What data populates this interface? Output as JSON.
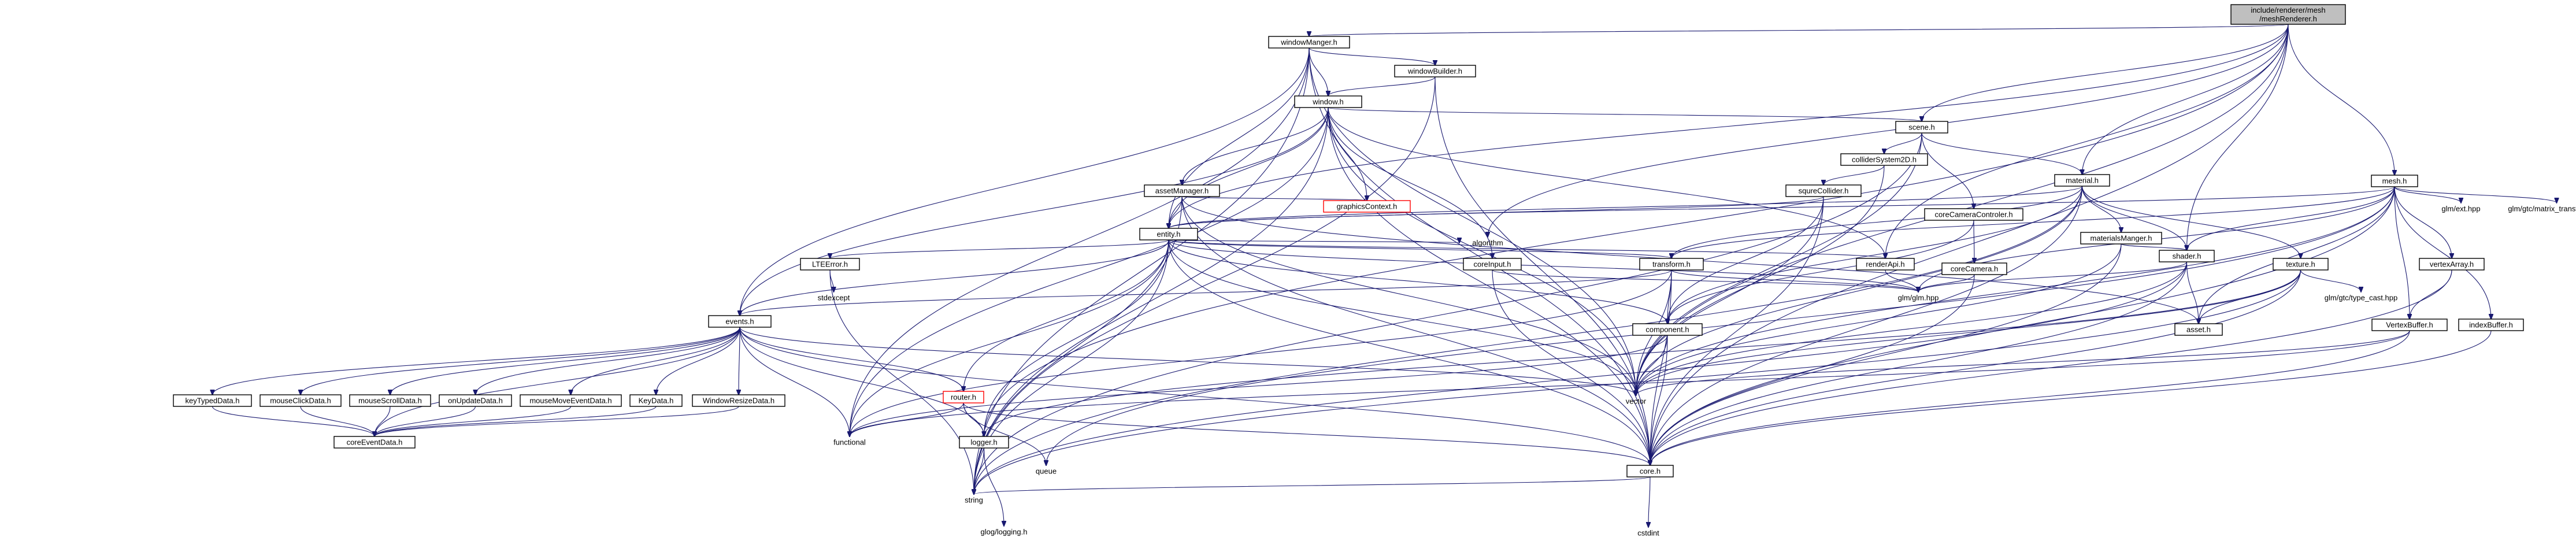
{
  "diagram": {
    "title": "Include dependency graph for meshRenderer.h",
    "colors": {
      "edge": "#191970",
      "root_fill": "#bfbfbf",
      "node_border": "#000000",
      "missing_border": "#ff0000"
    },
    "nodes": {
      "root": "include/renderer/mesh/meshRenderer.h",
      "windowManger": "windowManger.h",
      "windowBuilder": "windowBuilder.h",
      "window": "window.h",
      "scene": "scene.h",
      "colliderSystem2D": "colliderSystem2D.h",
      "squreCollider": "squreCollider.h",
      "assetManager": "assetManager.h",
      "graphicsContext": "graphicsContext.h",
      "entity": "entity.h",
      "coreInput": "coreInput.h",
      "algorithm": "algorithm",
      "LTEError": "LTEError.h",
      "stdexcept": "stdexcept",
      "events": "events.h",
      "transform": "transform.h",
      "component": "component.h",
      "renderApi": "renderApi.h",
      "coreCameraControler": "coreCameraControler.h",
      "coreCamera": "coreCamera.h",
      "glmglm": "glm/glm.hpp",
      "material": "material.h",
      "materialsManger": "materialsManger.h",
      "shader": "shader.h",
      "texture": "texture.h",
      "asset": "asset.h",
      "glmcast": "glm/gtc/type_cast.hpp",
      "mesh": "mesh.h",
      "glmext": "glm/ext.hpp",
      "glmmatrix": "glm/gtc/matrix_transform.hpp",
      "vertexArray": "vertexArray.h",
      "VertexBuffer": "VertexBuffer.h",
      "indexBuffer": "indexBuffer.h",
      "router": "router.h",
      "keyTypedData": "keyTypedData.h",
      "mouseClickData": "mouseClickData.h",
      "mouseScrollData": "mouseScrollData.h",
      "onUpdateData": "onUpdateData.h",
      "mouseMoveEventData": "mouseMoveEventData.h",
      "KeyData": "KeyData.h",
      "WindowResizeData": "WindowResizeData.h",
      "coreEventData": "coreEventData.h",
      "vector": "vector",
      "functional": "functional",
      "logger": "logger.h",
      "queue": "queue",
      "core": "core.h",
      "string": "string",
      "glogLogging": "glog/logging.h",
      "cstdint": "cstdint"
    },
    "edges": [
      [
        "root",
        "windowManger"
      ],
      [
        "root",
        "scene"
      ],
      [
        "root",
        "material"
      ],
      [
        "root",
        "mesh"
      ],
      [
        "root",
        "shader"
      ],
      [
        "root",
        "renderApi"
      ],
      [
        "root",
        "entity"
      ],
      [
        "root",
        "algorithm"
      ],
      [
        "root",
        "vector"
      ],
      [
        "root",
        "core"
      ],
      [
        "root",
        "logger"
      ],
      [
        "windowManger",
        "windowBuilder"
      ],
      [
        "windowManger",
        "window"
      ],
      [
        "windowManger",
        "entity"
      ],
      [
        "windowManger",
        "events"
      ],
      [
        "windowManger",
        "functional"
      ],
      [
        "windowManger",
        "string"
      ],
      [
        "windowManger",
        "vector"
      ],
      [
        "windowManger",
        "core"
      ],
      [
        "windowBuilder",
        "window"
      ],
      [
        "windowBuilder",
        "core"
      ],
      [
        "windowBuilder",
        "string"
      ],
      [
        "window",
        "scene"
      ],
      [
        "window",
        "assetManager"
      ],
      [
        "window",
        "graphicsContext"
      ],
      [
        "window",
        "entity"
      ],
      [
        "window",
        "coreInput"
      ],
      [
        "window",
        "events"
      ],
      [
        "window",
        "renderApi"
      ],
      [
        "window",
        "functional"
      ],
      [
        "window",
        "string"
      ],
      [
        "window",
        "vector"
      ],
      [
        "window",
        "core"
      ],
      [
        "scene",
        "colliderSystem2D"
      ],
      [
        "scene",
        "coreCameraControler"
      ],
      [
        "scene",
        "material"
      ],
      [
        "scene",
        "vector"
      ],
      [
        "scene",
        "string"
      ],
      [
        "colliderSystem2D",
        "squreCollider"
      ],
      [
        "colliderSystem2D",
        "vector"
      ],
      [
        "squreCollider",
        "entity"
      ],
      [
        "squreCollider",
        "component"
      ],
      [
        "squreCollider",
        "vector"
      ],
      [
        "squreCollider",
        "core"
      ],
      [
        "assetManager",
        "graphicsContext"
      ],
      [
        "assetManager",
        "entity"
      ],
      [
        "assetManager",
        "asset"
      ],
      [
        "assetManager",
        "core"
      ],
      [
        "assetManager",
        "string"
      ],
      [
        "assetManager",
        "vector"
      ],
      [
        "entity",
        "algorithm"
      ],
      [
        "entity",
        "LTEError"
      ],
      [
        "entity",
        "events"
      ],
      [
        "entity",
        "transform"
      ],
      [
        "entity",
        "component"
      ],
      [
        "entity",
        "renderApi"
      ],
      [
        "entity",
        "vector"
      ],
      [
        "entity",
        "functional"
      ],
      [
        "entity",
        "logger"
      ],
      [
        "entity",
        "string"
      ],
      [
        "entity",
        "core"
      ],
      [
        "entity",
        "glmglm"
      ],
      [
        "entity",
        "router"
      ],
      [
        "coreInput",
        "core"
      ],
      [
        "coreInput",
        "glmglm"
      ],
      [
        "LTEError",
        "stdexcept"
      ],
      [
        "LTEError",
        "string"
      ],
      [
        "events",
        "keyTypedData"
      ],
      [
        "events",
        "mouseClickData"
      ],
      [
        "events",
        "mouseScrollData"
      ],
      [
        "events",
        "onUpdateData"
      ],
      [
        "events",
        "mouseMoveEventData"
      ],
      [
        "events",
        "KeyData"
      ],
      [
        "events",
        "WindowResizeData"
      ],
      [
        "events",
        "coreEventData"
      ],
      [
        "events",
        "router"
      ],
      [
        "events",
        "vector"
      ],
      [
        "events",
        "functional"
      ],
      [
        "events",
        "logger"
      ],
      [
        "events",
        "core"
      ],
      [
        "transform",
        "component"
      ],
      [
        "transform",
        "glmglm"
      ],
      [
        "transform",
        "vector"
      ],
      [
        "transform",
        "core"
      ],
      [
        "transform",
        "events"
      ],
      [
        "transform",
        "functional"
      ],
      [
        "component",
        "vector"
      ],
      [
        "component",
        "core"
      ],
      [
        "component",
        "functional"
      ],
      [
        "renderApi",
        "glmglm"
      ],
      [
        "coreCameraControler",
        "coreCamera"
      ],
      [
        "coreCameraControler",
        "component"
      ],
      [
        "coreCamera",
        "glmglm"
      ],
      [
        "coreCamera",
        "core"
      ],
      [
        "material",
        "materialsManger"
      ],
      [
        "material",
        "shader"
      ],
      [
        "material",
        "texture"
      ],
      [
        "material",
        "transform"
      ],
      [
        "material",
        "entity"
      ],
      [
        "material",
        "component"
      ],
      [
        "material",
        "vector"
      ],
      [
        "material",
        "core"
      ],
      [
        "material",
        "string"
      ],
      [
        "materialsManger",
        "shader"
      ],
      [
        "materialsManger",
        "vector"
      ],
      [
        "materialsManger",
        "core"
      ],
      [
        "shader",
        "asset"
      ],
      [
        "shader",
        "glmglm"
      ],
      [
        "shader",
        "vector"
      ],
      [
        "shader",
        "core"
      ],
      [
        "shader",
        "string"
      ],
      [
        "texture",
        "asset"
      ],
      [
        "texture",
        "glmcast"
      ],
      [
        "texture",
        "core"
      ],
      [
        "texture",
        "vector"
      ],
      [
        "texture",
        "string"
      ],
      [
        "texture",
        "logger"
      ],
      [
        "mesh",
        "entity"
      ],
      [
        "mesh",
        "shader"
      ],
      [
        "mesh",
        "glmext"
      ],
      [
        "mesh",
        "glmmatrix"
      ],
      [
        "mesh",
        "vertexArray"
      ],
      [
        "mesh",
        "VertexBuffer"
      ],
      [
        "mesh",
        "indexBuffer"
      ],
      [
        "mesh",
        "transform"
      ],
      [
        "mesh",
        "glmglm"
      ],
      [
        "mesh",
        "vector"
      ],
      [
        "mesh",
        "core"
      ],
      [
        "mesh",
        "queue"
      ],
      [
        "mesh",
        "asset"
      ],
      [
        "vertexArray",
        "VertexBuffer"
      ],
      [
        "vertexArray",
        "core"
      ],
      [
        "VertexBuffer",
        "vector"
      ],
      [
        "VertexBuffer",
        "core"
      ],
      [
        "VertexBuffer",
        "functional"
      ],
      [
        "indexBuffer",
        "core"
      ],
      [
        "router",
        "functional"
      ],
      [
        "router",
        "logger"
      ],
      [
        "router",
        "queue"
      ],
      [
        "router",
        "core"
      ],
      [
        "keyTypedData",
        "coreEventData"
      ],
      [
        "mouseClickData",
        "coreEventData"
      ],
      [
        "mouseScrollData",
        "coreEventData"
      ],
      [
        "onUpdateData",
        "coreEventData"
      ],
      [
        "mouseMoveEventData",
        "coreEventData"
      ],
      [
        "KeyData",
        "coreEventData"
      ],
      [
        "WindowResizeData",
        "coreEventData"
      ],
      [
        "logger",
        "glogLogging"
      ],
      [
        "logger",
        "string"
      ],
      [
        "core",
        "cstdint"
      ],
      [
        "core",
        "string"
      ]
    ]
  }
}
